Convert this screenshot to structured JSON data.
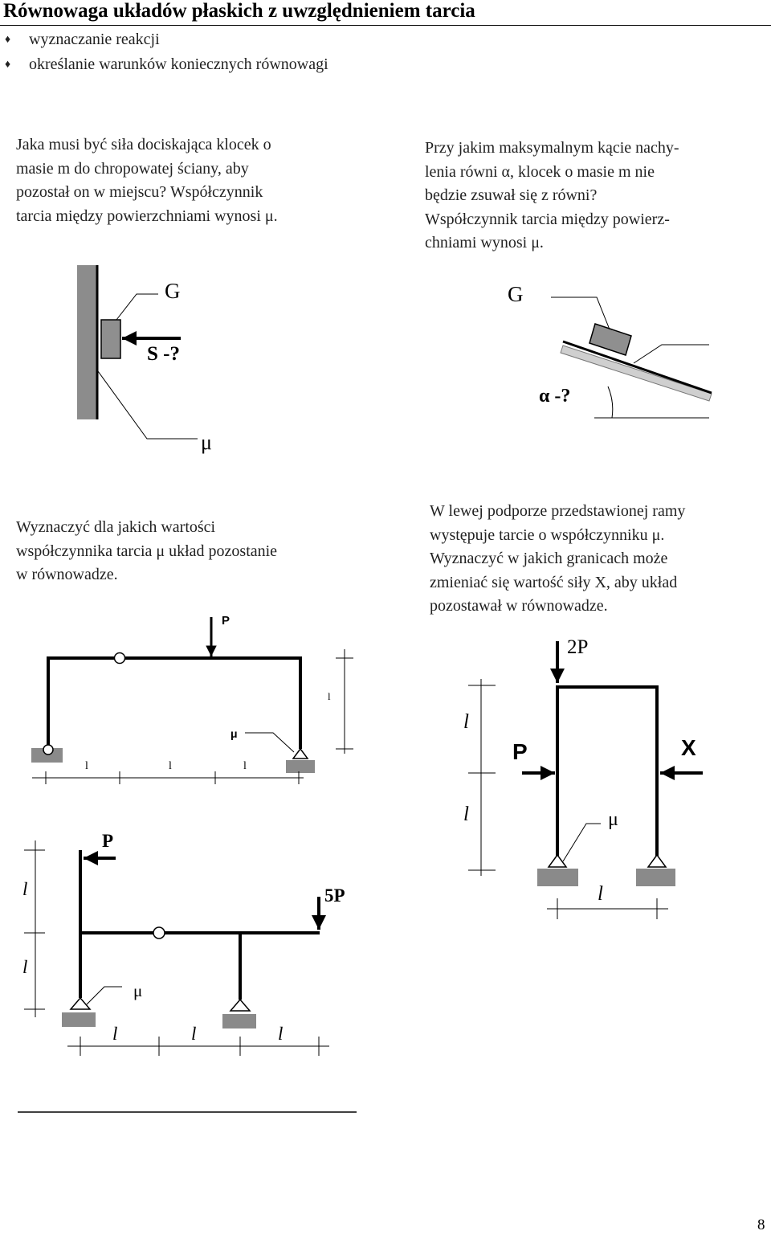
{
  "header": {
    "title": "Równowaga układów płaskich z uwzględnieniem tarcia",
    "bullets": [
      "wyznaczanie reakcji",
      "określanie warunków koniecznych równowagi"
    ],
    "bullet_icon": "diamond-bullet-icon"
  },
  "problems": {
    "p1": {
      "text": "Jaka musi być siła dociskająca klocek o\nmasie m do chropowatej ściany, aby\npozostał on w miejscu? Współczynnik\ntarcia między powierzchniami wynosi μ.",
      "labels": {
        "g": "G",
        "s": "S -?",
        "mu": "μ"
      }
    },
    "p2": {
      "text": "Przy jakim maksymalnym kącie nachy-\nlenia równi α, klocek o masie m nie\nbędzie zsuwał się z równi?\nWspółczynnik tarcia między powierz-\nchniami wynosi μ.",
      "labels": {
        "g": "G",
        "alpha": "α -?"
      }
    },
    "p3": {
      "text": "Wyznaczyć dla jakich wartości\nwspółczynnika tarcia μ układ pozostanie\nw równowadze.",
      "labels": {
        "p": "P",
        "mu": "μ",
        "l1": "l",
        "l2": "l",
        "l3": "l",
        "lv": "l"
      }
    },
    "p4": {
      "text": "W lewej podporze przedstawionej ramy\nwystępuje tarcie o współczynniku μ.\nWyznaczyć w jakich granicach może\nzmieniać się wartość siły X, aby układ\npozostawał w równowadze.",
      "labels": {
        "p2": "2P",
        "p": "P",
        "x": "X",
        "mu": "μ",
        "l_top": "l",
        "l_bottom": "l",
        "l_base": "l"
      }
    },
    "p5": {
      "labels": {
        "p": "P",
        "p5": "5P",
        "mu": "μ",
        "l_v1": "l",
        "l_v2": "l",
        "l_h1": "l",
        "l_h2": "l",
        "l_h3": "l"
      }
    }
  },
  "footer": {
    "page_number": "8"
  },
  "colors": {
    "wall": "#8c8c8c",
    "block": "#8f8f8f",
    "support": "#8a8a8a",
    "incline": "#c8c8c8"
  }
}
